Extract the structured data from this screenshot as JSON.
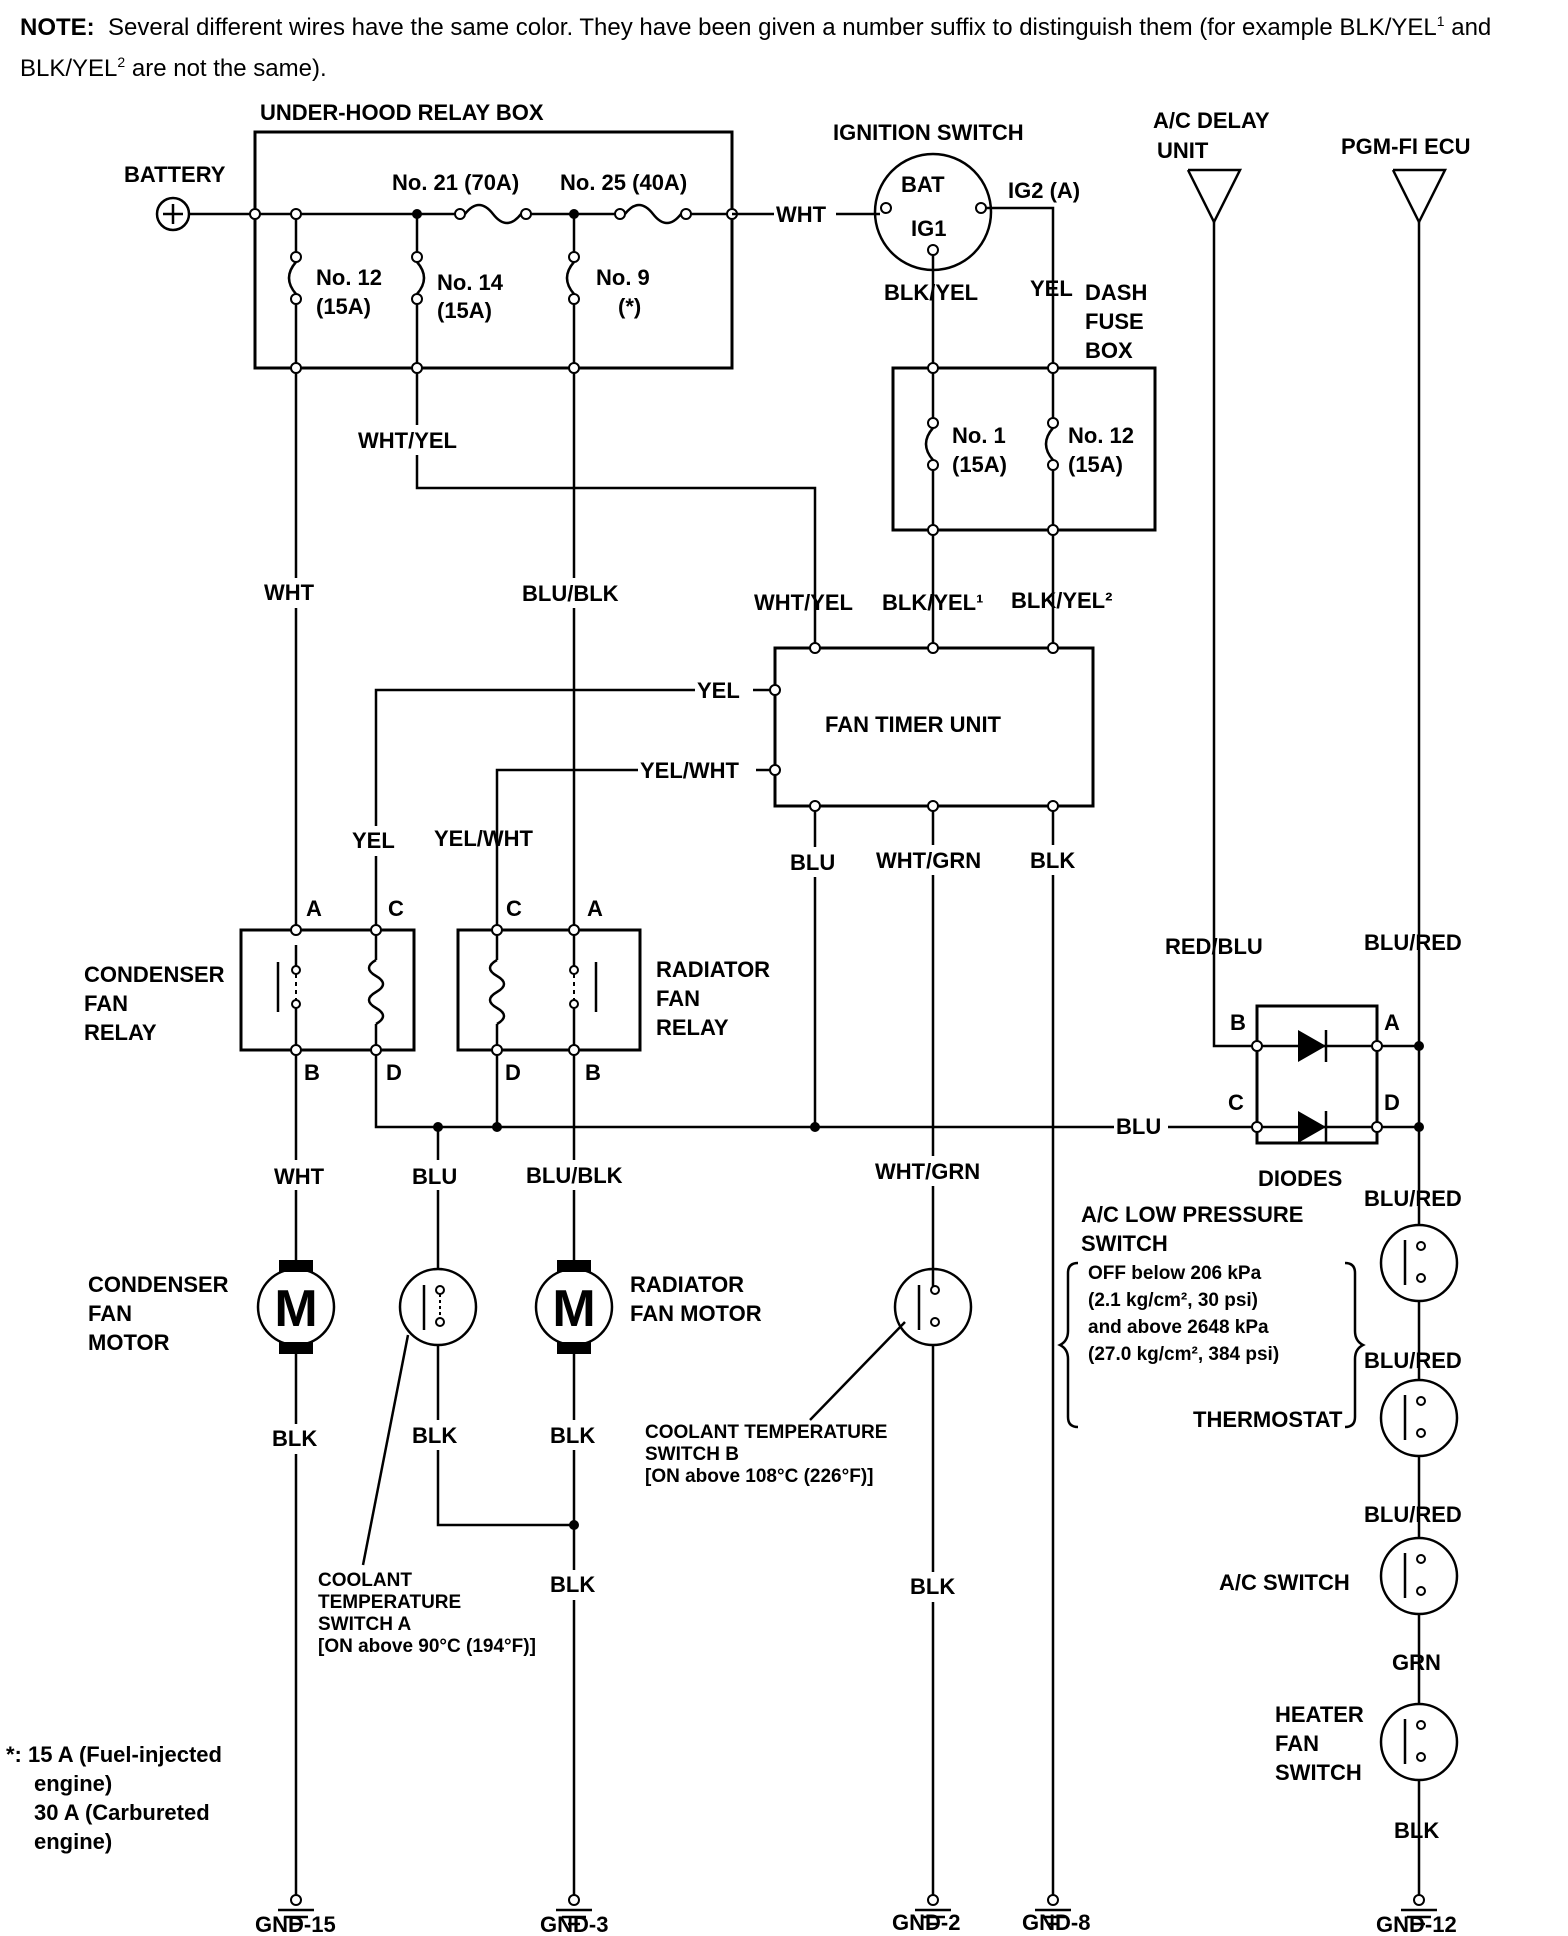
{
  "note": {
    "label": "NOTE:",
    "text_a": "Several different wires have the same color. They have been given a number suffix to distinguish them (for example BLK/YEL",
    "sup1": "1",
    "text_b": " and BLK/YEL",
    "sup2": "2",
    "text_c": " are not the same)."
  },
  "components": {
    "battery": "BATTERY",
    "under_hood_relay_box": "UNDER-HOOD RELAY BOX",
    "ignition_switch": "IGNITION SWITCH",
    "ign_bat": "BAT",
    "ign_ig1": "IG1",
    "ign_ig2": "IG2 (A)",
    "ac_delay_unit_1": "A/C DELAY",
    "ac_delay_unit_2": "UNIT",
    "pgm_fi_ecu": "PGM-FI ECU",
    "dash_fuse_box_1": "DASH",
    "dash_fuse_box_2": "FUSE",
    "dash_fuse_box_3": "BOX",
    "fan_timer_unit": "FAN TIMER  UNIT",
    "condenser_fan_relay": [
      "CONDENSER",
      "FAN",
      "RELAY"
    ],
    "radiator_fan_relay": [
      "RADIATOR",
      "FAN",
      "RELAY"
    ],
    "condenser_fan_motor": [
      "CONDENSER",
      "FAN",
      "MOTOR"
    ],
    "radiator_fan_motor": [
      "RADIATOR",
      "FAN MOTOR"
    ],
    "motor_symbol": "M",
    "diodes": "DIODES",
    "coolant_switch_a": [
      "COOLANT",
      "TEMPERATURE",
      "SWITCH  A",
      "[ON above 90°C (194°F)]"
    ],
    "coolant_switch_b": [
      "COOLANT  TEMPERATURE",
      "SWITCH  B",
      "[ON above 108°C (226°F)]"
    ],
    "ac_low_pressure_switch": [
      "A/C LOW PRESSURE",
      "SWITCH",
      "OFF below 206 kPa",
      "(2.1 kg/cm², 30 psi)",
      "and above 2648 kPa",
      "(27.0 kg/cm², 384 psi)"
    ],
    "thermostat": "THERMOSTAT",
    "ac_switch": "A/C SWITCH",
    "heater_fan_switch": [
      "HEATER",
      "FAN",
      "SWITCH"
    ]
  },
  "fuses": {
    "no21": "No. 21 (70A)",
    "no25": "No. 25 (40A)",
    "no12_a": "No. 12",
    "no12_a_amp": "(15A)",
    "no14": "No. 14",
    "no14_amp": "(15A)",
    "no9": "No. 9",
    "no9_amp": "(*)",
    "dash_no1": "No. 1",
    "dash_no1_amp": "(15A)",
    "dash_no12": "No. 12",
    "dash_no12_amp": "(15A)"
  },
  "wires": {
    "wht": "WHT",
    "blk_yel": "BLK/YEL",
    "yel": "YEL",
    "wht_yel": "WHT/YEL",
    "blu_blk": "BLU/BLK",
    "blk_yel1": "BLK/YEL¹",
    "blk_yel2": "BLK/YEL²",
    "yel_wht": "YEL/WHT",
    "blu": "BLU",
    "wht_grn": "WHT/GRN",
    "blk": "BLK",
    "red_blu": "RED/BLU",
    "blu_red": "BLU/RED",
    "grn": "GRN"
  },
  "terminals": {
    "a": "A",
    "b": "B",
    "c": "C",
    "d": "D"
  },
  "grounds": {
    "gnd15": "GND-15",
    "gnd3": "GND-3",
    "gnd2": "GND-2",
    "gnd8": "GND-8",
    "gnd12": "GND-12"
  },
  "footnote": {
    "line1": "*: 15  A  (Fuel-injected",
    "line2": "engine)",
    "line3": "30   A   (Carbureted",
    "line4": "engine)"
  }
}
